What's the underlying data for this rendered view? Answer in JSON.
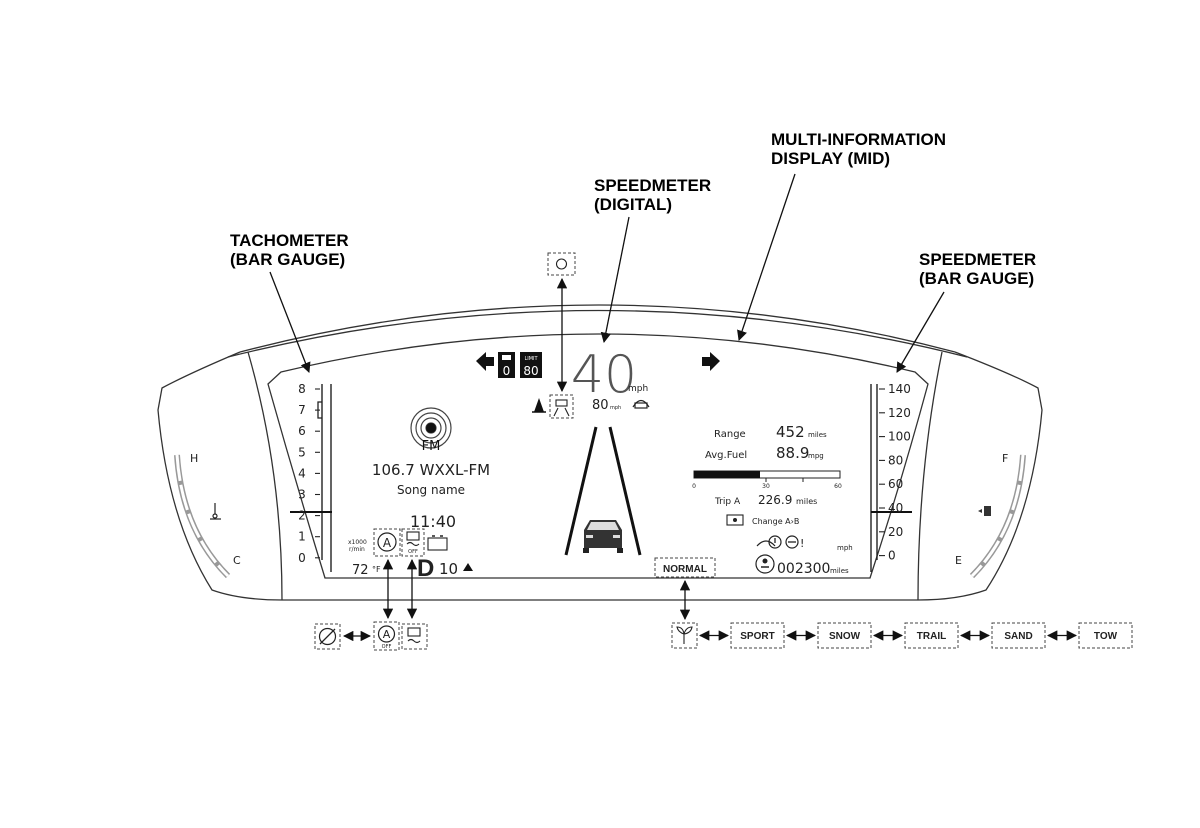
{
  "callouts": {
    "tach": [
      "TACHOMETER",
      "(BAR GAUGE)"
    ],
    "speed_digital": [
      "SPEEDMETER",
      "(DIGITAL)"
    ],
    "mid": [
      "MULTI-INFORMATION",
      "DISPLAY (MID)"
    ],
    "speed_bar": [
      "SPEEDMETER",
      "(BAR GAUGE)"
    ]
  },
  "tach_scale": {
    "ticks": [
      "8",
      "7",
      "6",
      "5",
      "4",
      "3",
      "2",
      "1",
      "0"
    ],
    "unit_line1": "x1000",
    "unit_line2": "r/min"
  },
  "speed_scale": {
    "ticks": [
      "140",
      "120",
      "100",
      "80",
      "60",
      "40",
      "20",
      "0"
    ],
    "unit": "mph"
  },
  "temp_gauge": {
    "hot": "H",
    "cold": "C"
  },
  "fuel_gauge": {
    "full": "F",
    "empty": "E"
  },
  "speedometer": {
    "value": "40",
    "unit": "mph",
    "set_speed": "80",
    "set_speed_unit": "mph"
  },
  "speed_limit": {
    "limit_label": "LIMIT",
    "first_value": "0",
    "limit_value": "80"
  },
  "audio": {
    "source": "FM",
    "station": "106.7 WXXL-FM",
    "song": "Song name"
  },
  "clock": "11:40",
  "outside_temp": {
    "value": "72",
    "unit": "°F"
  },
  "gear": {
    "position": "D",
    "gear_number": "10"
  },
  "mid": {
    "range_label": "Range",
    "range_value": "452",
    "range_unit": "miles",
    "avg_fuel_label": "Avg.Fuel",
    "avg_fuel_value": "88.9",
    "avg_fuel_unit": "mpg",
    "bar_ticks": [
      "0",
      "30",
      "60"
    ],
    "trip_label": "Trip A",
    "trip_value": "226.9",
    "trip_unit": "miles",
    "change_label": "Change A›B",
    "odometer_value": "002300",
    "odometer_unit": "miles"
  },
  "drive_mode": "NORMAL",
  "indicator_labels": {
    "off": "OFF",
    "auto_letter": "A"
  },
  "mode_chain": [
    "SPORT",
    "SNOW",
    "TRAIL",
    "SAND",
    "TOW"
  ]
}
